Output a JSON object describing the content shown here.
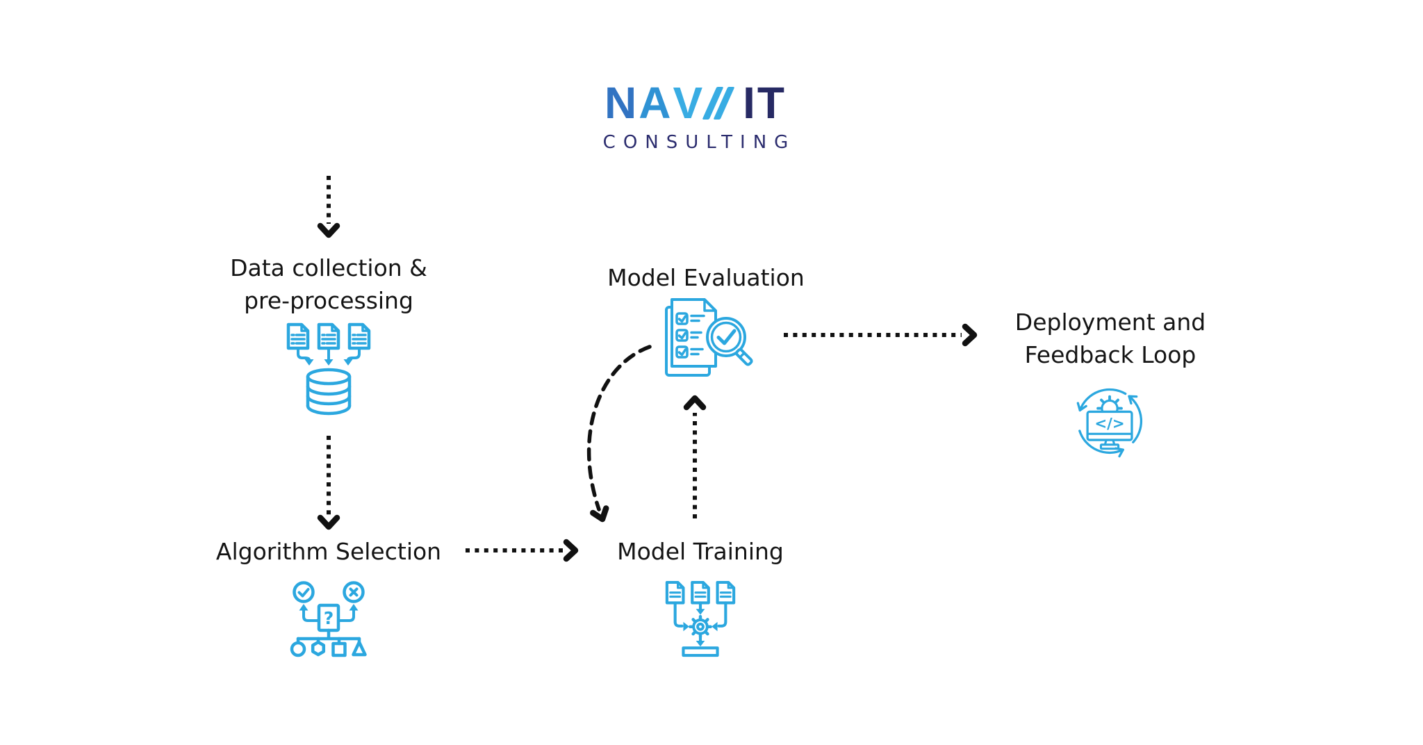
{
  "page": {
    "background": "#FFFFFF"
  },
  "logo": {
    "letter_n": "N",
    "letter_a": "A",
    "letter_v": "V",
    "word_it": "IT",
    "subtitle": "CONSULTING",
    "colors": {
      "n": "#3173C2",
      "a": "#2F92D4",
      "v_and_slashes": "#38ACE3",
      "it": "#272A64",
      "subtitle": "#2B2C6E"
    }
  },
  "nodes": {
    "data_collection": {
      "line1": "Data collection &",
      "line2": "pre-processing",
      "icon": "documents-to-database-icon"
    },
    "algorithm_selection": {
      "label": "Algorithm Selection",
      "icon": "decision-question-shapes-icon"
    },
    "model_training": {
      "label": "Model Training",
      "icon": "documents-to-gear-icon"
    },
    "model_evaluation": {
      "label": "Model Evaluation",
      "icon": "checklist-magnifier-icon"
    },
    "deployment": {
      "line1": "Deployment and",
      "line2": "Feedback Loop",
      "icon": "monitor-code-sync-icon"
    }
  },
  "icon_glyphs": {
    "question": "?",
    "code": "</>"
  },
  "arrows": [
    {
      "from": "start",
      "to": "data_collection",
      "style": "dotted",
      "direction": "down"
    },
    {
      "from": "data_collection",
      "to": "algorithm_selection",
      "style": "dotted",
      "direction": "down"
    },
    {
      "from": "algorithm_selection",
      "to": "model_training",
      "style": "dotted",
      "direction": "right"
    },
    {
      "from": "model_training",
      "to": "model_evaluation",
      "style": "dotted",
      "direction": "up"
    },
    {
      "from": "model_evaluation",
      "to": "model_training",
      "style": "dashed-curve",
      "direction": "down-left"
    },
    {
      "from": "model_evaluation",
      "to": "deployment",
      "style": "dotted",
      "direction": "right"
    }
  ],
  "colors": {
    "icon_blue": "#2BA7DF",
    "arrow_black": "#111111",
    "label_text": "#141414"
  }
}
